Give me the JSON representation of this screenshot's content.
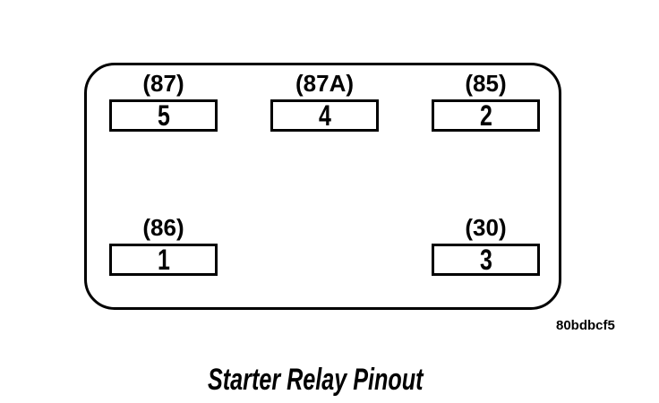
{
  "diagram": {
    "caption": "Starter Relay Pinout",
    "figure_code": "80bdbcf5",
    "colors": {
      "line": "#000000",
      "background": "#ffffff"
    },
    "relay": {
      "pins": [
        {
          "id": "87",
          "terminal_label": "(87)",
          "cavity_number": "5",
          "row": "top",
          "column": "left"
        },
        {
          "id": "87a",
          "terminal_label": "(87A)",
          "cavity_number": "4",
          "row": "top",
          "column": "center"
        },
        {
          "id": "85",
          "terminal_label": "(85)",
          "cavity_number": "2",
          "row": "top",
          "column": "right"
        },
        {
          "id": "86",
          "terminal_label": "(86)",
          "cavity_number": "1",
          "row": "bottom",
          "column": "left"
        },
        {
          "id": "30",
          "terminal_label": "(30)",
          "cavity_number": "3",
          "row": "bottom",
          "column": "right"
        }
      ]
    }
  }
}
